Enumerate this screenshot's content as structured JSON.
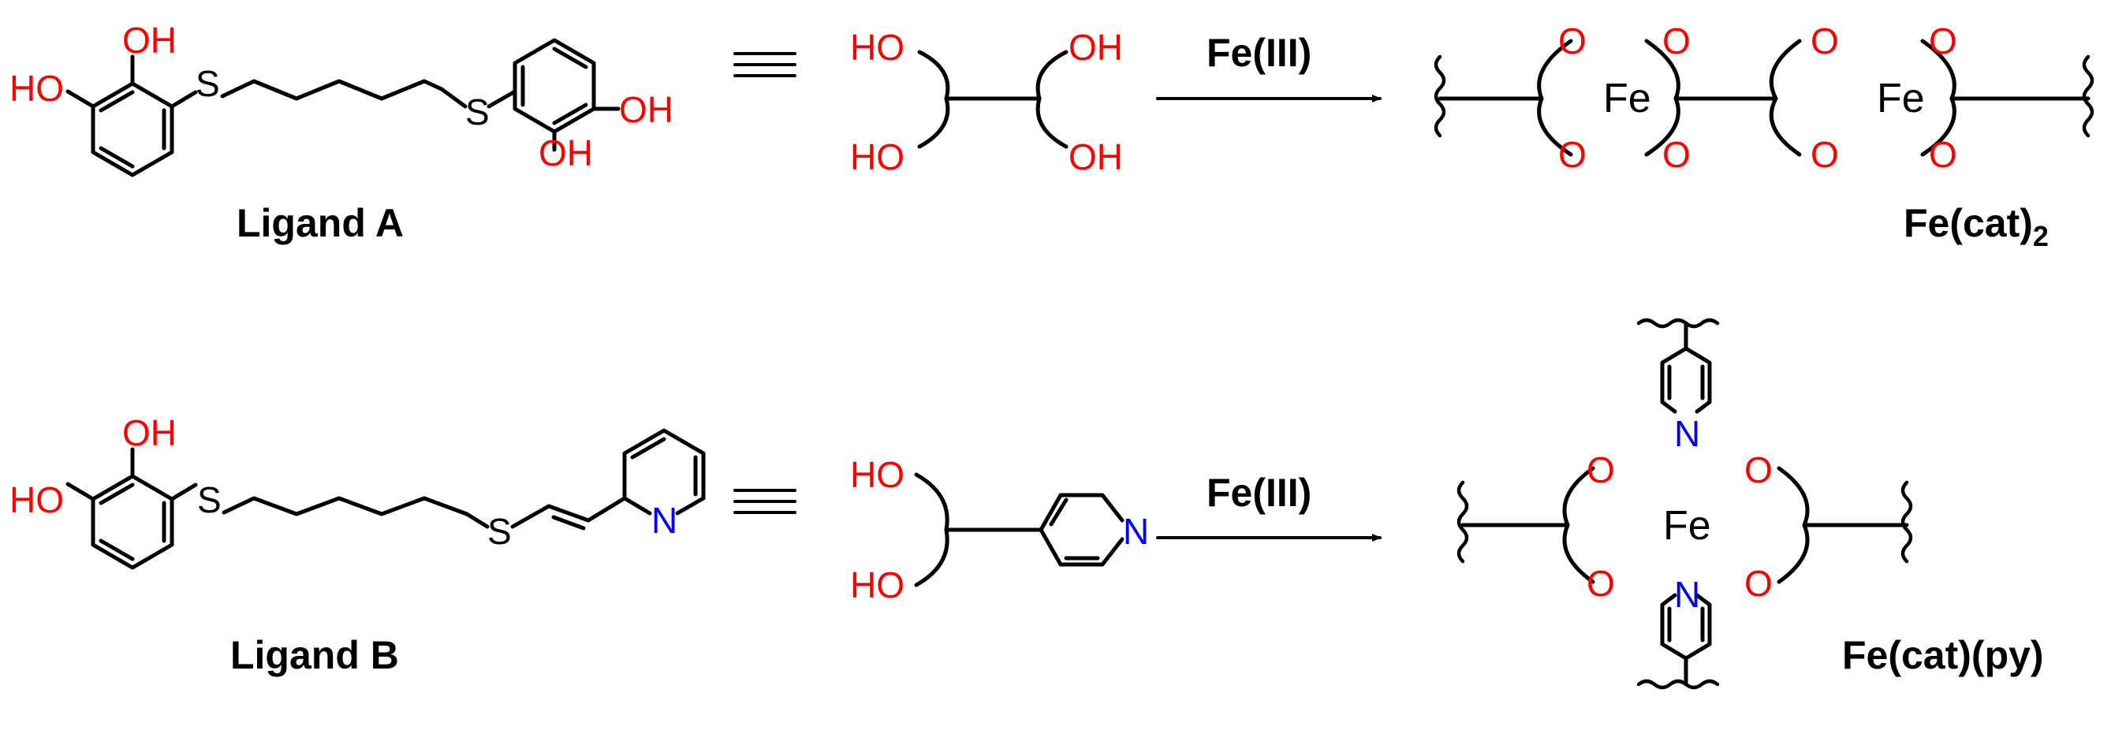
{
  "ligand_a": {
    "name": "Ligand A",
    "oh_labels": [
      "OH",
      "HO",
      "OH",
      "OH"
    ],
    "s_labels": [
      "S",
      "S"
    ]
  },
  "ligand_b": {
    "name": "Ligand B",
    "oh_labels": [
      "OH",
      "HO"
    ],
    "s_labels": [
      "S",
      "S"
    ],
    "n_label": "N"
  },
  "equivalence_symbol": "≡",
  "schematic_a": {
    "oh_labels": [
      "HO",
      "OH",
      "HO",
      "OH"
    ]
  },
  "schematic_b": {
    "oh_labels": [
      "HO",
      "HO"
    ],
    "n_label": "N"
  },
  "reaction_a": {
    "reagent": "Fe(III)"
  },
  "reaction_b": {
    "reagent": "Fe(III)"
  },
  "product_a": {
    "metal_labels": [
      "Fe",
      "Fe"
    ],
    "o_labels": [
      "O",
      "O",
      "O",
      "O",
      "O",
      "O",
      "O",
      "O"
    ],
    "name_main": "Fe(cat)",
    "name_sub": "2"
  },
  "product_b": {
    "metal_label": "Fe",
    "o_labels": [
      "O",
      "O",
      "O",
      "O"
    ],
    "n_labels": [
      "N",
      "N"
    ],
    "name": "Fe(cat)(py)"
  }
}
